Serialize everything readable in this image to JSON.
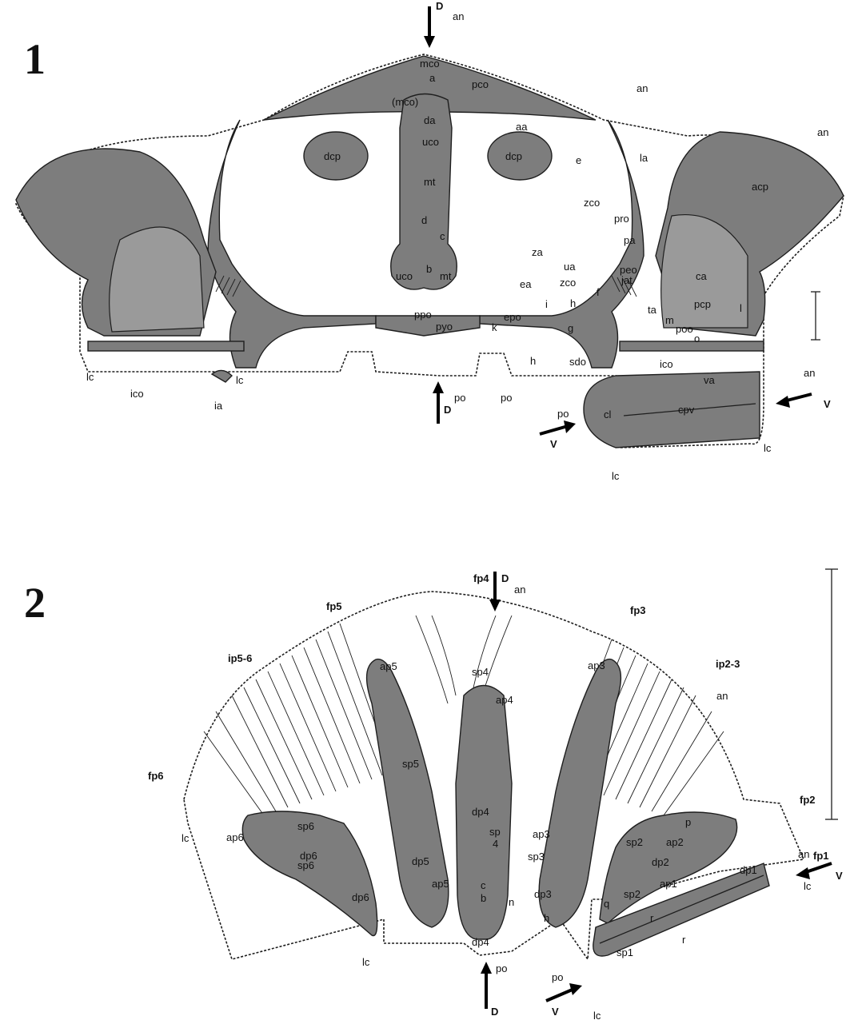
{
  "panel1": {
    "number": "1",
    "labels": {
      "mco": "mco",
      "a": "a",
      "pco": "pco",
      "mco_paren": "(mco)",
      "da": "da",
      "aa": "aa",
      "uco": "uco",
      "mt": "mt",
      "d": "d",
      "c": "c",
      "b": "b",
      "uco2": "uco",
      "mt2": "mt",
      "dcp_l": "dcp",
      "dcp_r": "dcp",
      "e": "e",
      "la": "la",
      "acp": "acp",
      "zco": "zco",
      "pro": "pro",
      "pa": "pa",
      "za": "za",
      "ua": "ua",
      "peo": "peo",
      "jat": "jat",
      "zco2": "zco",
      "ea": "ea",
      "f": "f",
      "i": "i",
      "h_inner": "h",
      "ca": "ca",
      "pcp": "pcp",
      "ta": "ta",
      "m": "m",
      "poo": "poo",
      "o": "o",
      "l": "l",
      "ppo": "ppo",
      "pyo": "pyo",
      "k": "k",
      "epo": "epo",
      "g": "g",
      "h": "h",
      "sdo": "sdo",
      "ico_l": "ico",
      "ico_r": "ico",
      "ia": "ia",
      "va": "va",
      "cl": "cl",
      "cpv": "cpv",
      "lc1": "lc",
      "lc2": "lc",
      "lc3": "lc",
      "lc4": "lc",
      "an1": "an",
      "an2": "an",
      "an3": "an",
      "an4": "an",
      "po1": "po",
      "po2": "po",
      "po3": "po",
      "D_top": "D",
      "D_bottom": "D",
      "V1": "V",
      "V2": "V"
    }
  },
  "panel2": {
    "number": "2",
    "labels": {
      "fp4": "fp4",
      "D_top": "D",
      "an1": "an",
      "fp5": "fp5",
      "fp3": "fp3",
      "ip5_6": "ip5-6",
      "ip2_3": "ip2-3",
      "an2": "an",
      "ap5_top": "ap5",
      "sp4": "sp4",
      "ap3_top": "ap3",
      "ap4": "ap4",
      "sp5": "sp5",
      "fp6": "fp6",
      "fp2": "fp2",
      "dp4": "dp4",
      "sp_4": "sp",
      "sp_4n": "4",
      "ap3": "ap3",
      "sp3": "sp3",
      "sp6": "sp6",
      "ap6": "ap6",
      "dp6_a": "dp6",
      "sp6_b": "sp6",
      "dp6_b": "dp6",
      "dp5": "dp5",
      "ap5": "ap5",
      "c": "c",
      "b": "b",
      "n": "n",
      "dp3": "dp3",
      "h": "h",
      "p": "p",
      "sp2": "sp2",
      "ap2": "ap2",
      "dp2": "dp2",
      "q": "q",
      "sp2_b": "sp2",
      "ap1": "ap1",
      "dp1": "dp1",
      "r1": "r",
      "r2": "r",
      "sp1": "sp1",
      "dp4_b": "dp4",
      "an3": "an",
      "fp1": "fp1",
      "V1": "V",
      "lc1": "lc",
      "lc2": "lc",
      "lc3": "lc",
      "lc4": "lc",
      "po1": "po",
      "po2": "po",
      "D_bottom": "D",
      "V2": "V"
    }
  }
}
